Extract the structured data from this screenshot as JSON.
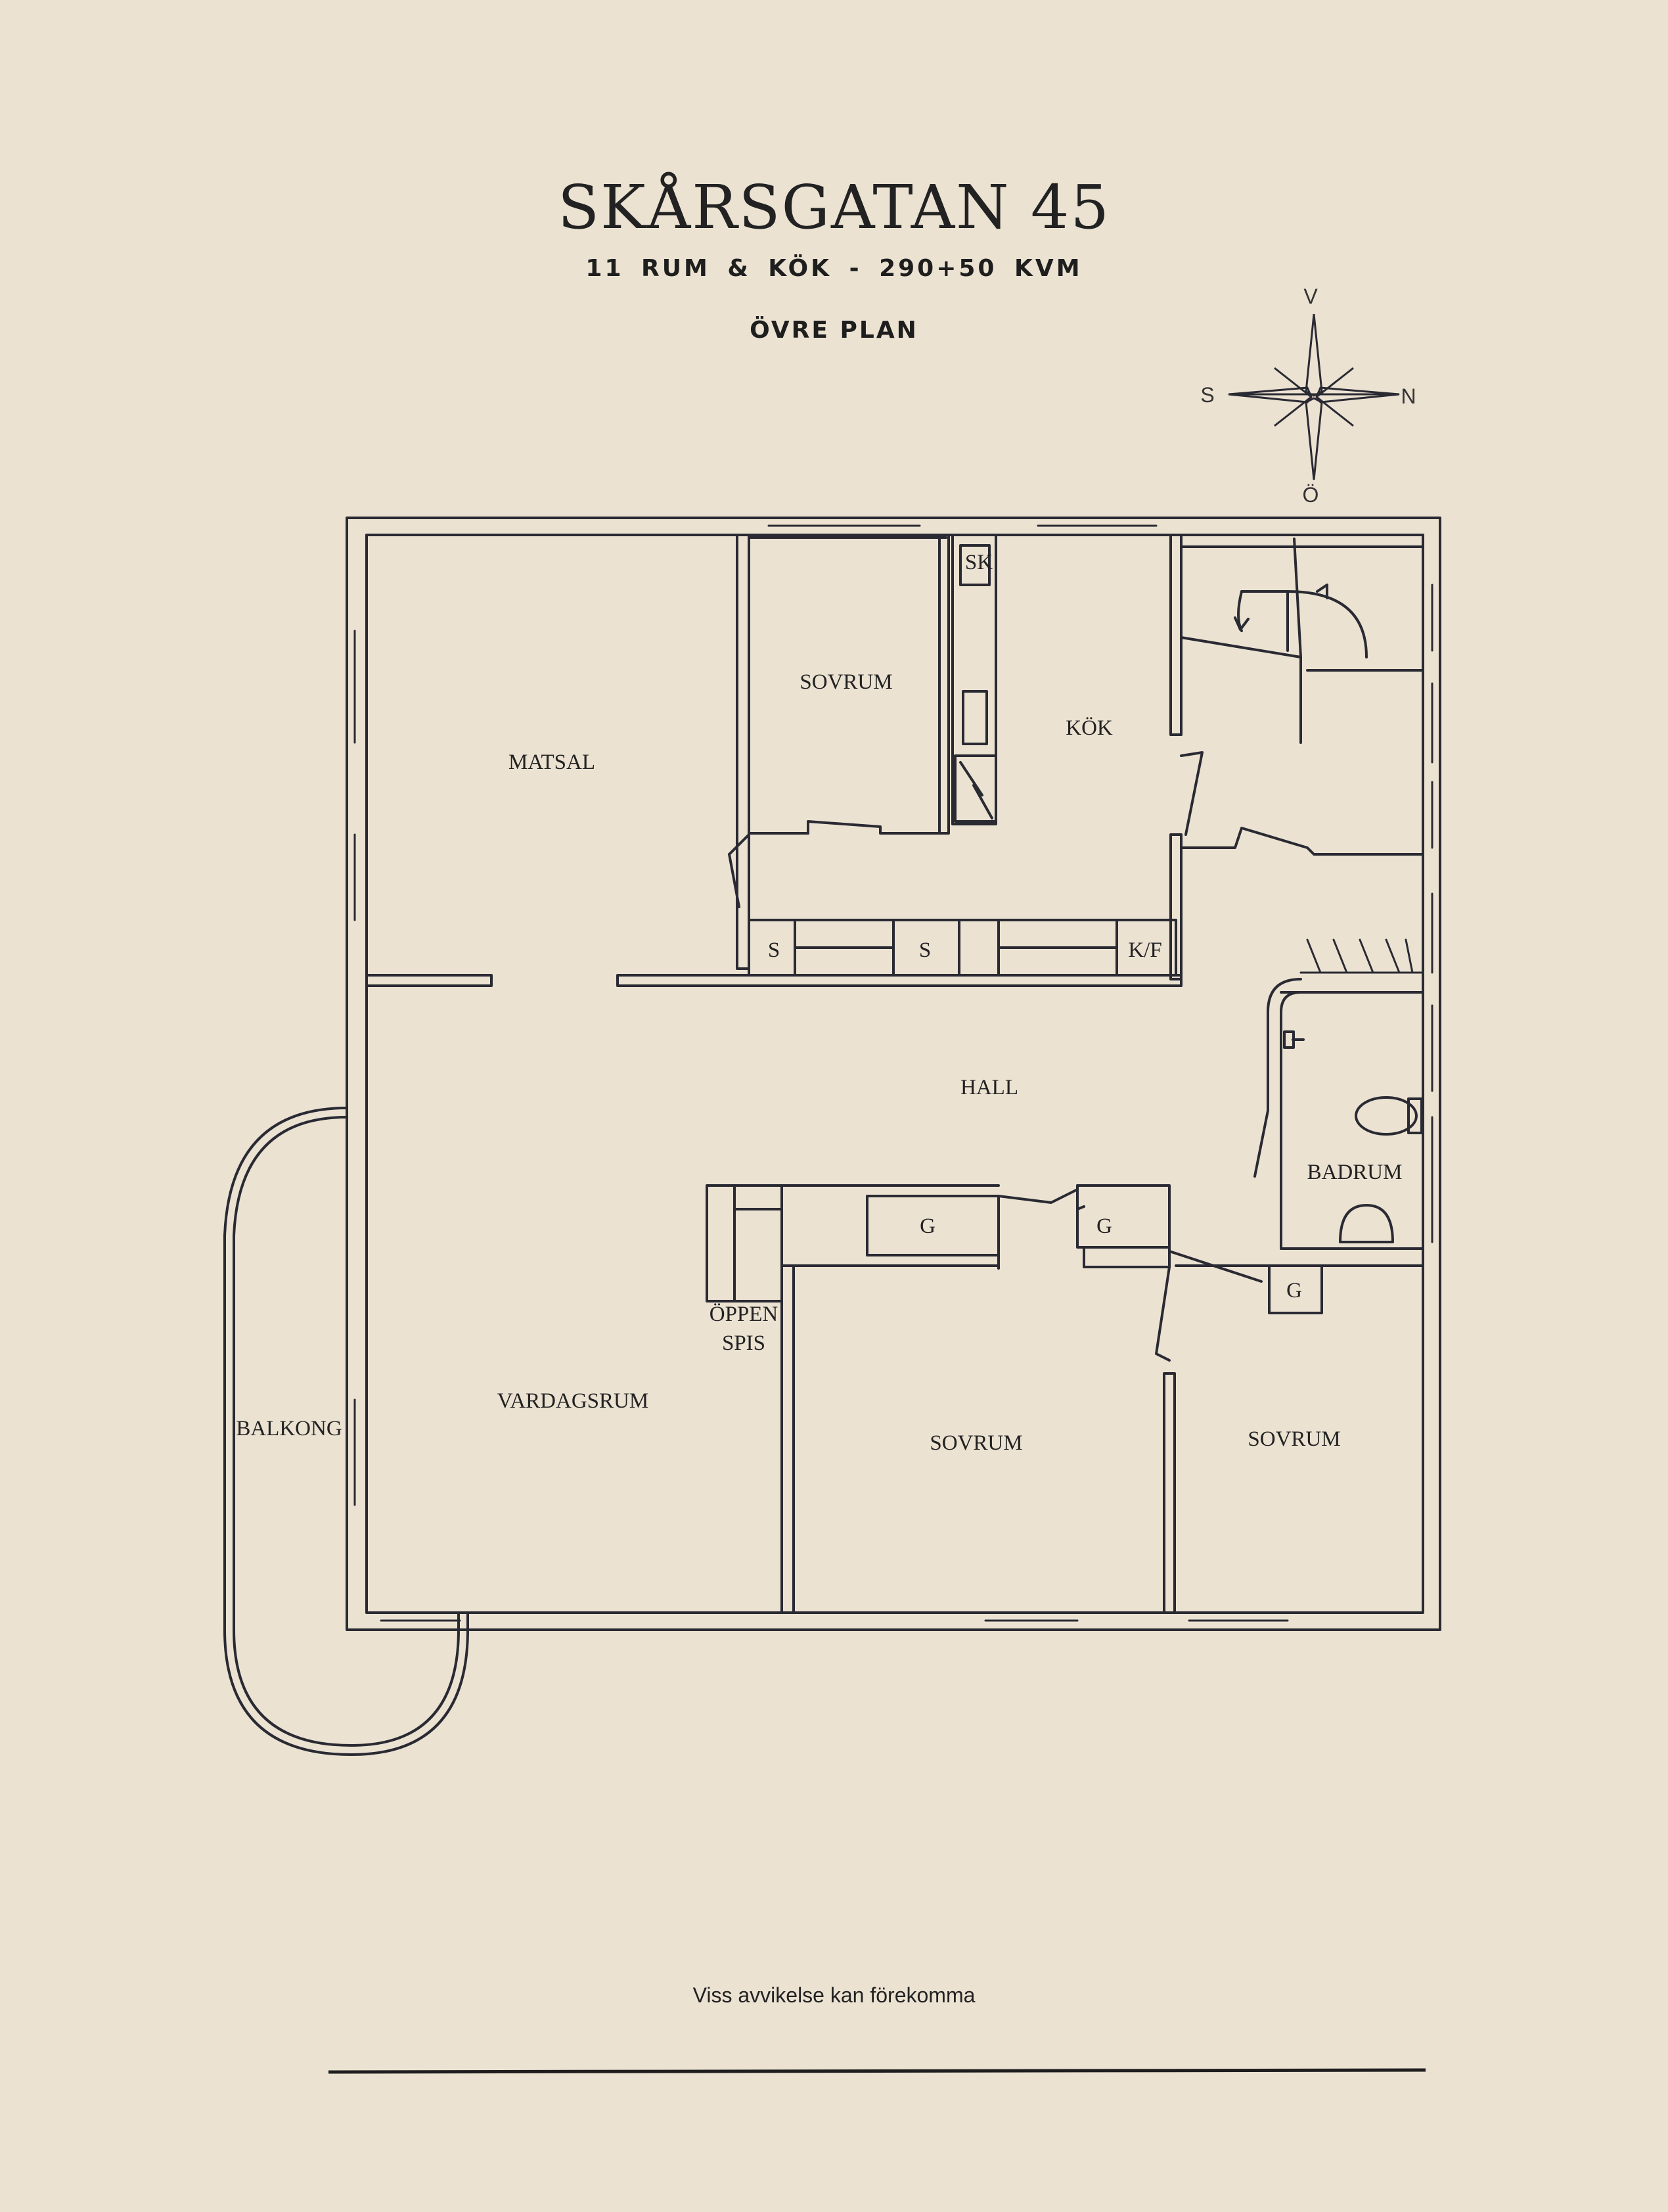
{
  "header": {
    "title": "SKÅRSGATAN 45",
    "subtitle": "11 RUM & KÖK  -  290+50 KVM",
    "level": "ÖVRE PLAN"
  },
  "compass": {
    "north": "N",
    "south": "S",
    "east": "Ö",
    "west": "V"
  },
  "rooms": {
    "matsal": "MATSAL",
    "sovrum_top": "SOVRUM",
    "kok": "KÖK",
    "sk": "SK",
    "s1": "S",
    "s2": "S",
    "kf": "K/F",
    "hall": "HALL",
    "badrum": "BADRUM",
    "g1": "G",
    "g2": "G",
    "g3": "G",
    "oppen_spis_1": "ÖPPEN",
    "oppen_spis_2": "SPIS",
    "vardagsrum": "VARDAGSRUM",
    "balkong": "BALKONG",
    "sovrum_mid": "SOVRUM",
    "sovrum_right": "SOVRUM"
  },
  "footer": {
    "disclaimer": "Viss avvikelse kan förekomma"
  },
  "colors": {
    "background": "#ebe2d2",
    "ink": "#2a2a33"
  }
}
